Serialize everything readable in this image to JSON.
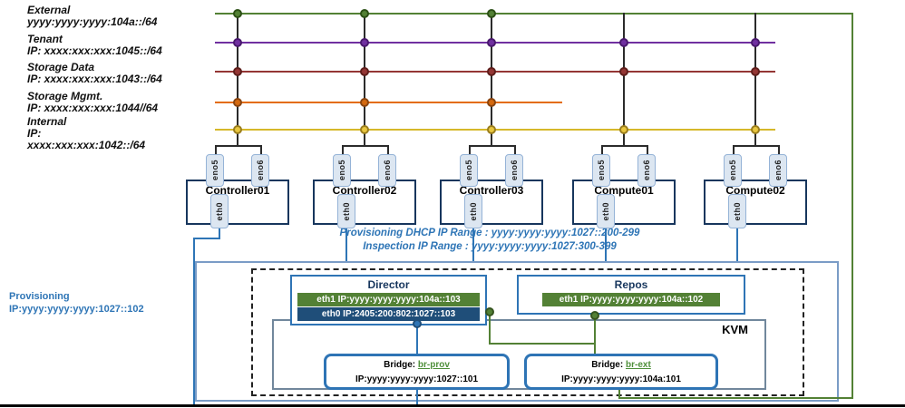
{
  "colors": {
    "external_green": "#538135",
    "tenant_purple": "#7030a0",
    "storage_data_red": "#943634",
    "storage_mgmt_orange": "#e36c0a",
    "internal_yellow": "#d6b82a",
    "provisioning_blue": "#2e75b6",
    "eth1_strip_green": "#538135",
    "eth0_strip_navy": "#1f4e79"
  },
  "networks": [
    {
      "title": "External",
      "subtitle": "yyyy:yyyy:yyyy:104a::/64"
    },
    {
      "title": "Tenant",
      "subtitle": "IP: xxxx:xxx:xxx:1045::/64"
    },
    {
      "title": "Storage Data",
      "subtitle": "IP: xxxx:xxx:xxx:1043::/64"
    },
    {
      "title": "Storage Mgmt.",
      "subtitle": "IP: xxxx:xxx:xxx:1044//64"
    },
    {
      "title": "Internal",
      "subtitle": "IP:",
      "subtitle2": "xxxx:xxx:xxx:1042::/64"
    }
  ],
  "servers": [
    {
      "name": "Controller01",
      "nic_left": "eno5",
      "nic_right": "eno6",
      "nic_bottom": "eth0"
    },
    {
      "name": "Controller02",
      "nic_left": "eno5",
      "nic_right": "eno6",
      "nic_bottom": "eth0"
    },
    {
      "name": "Controller03",
      "nic_left": "eno5",
      "nic_right": "eno6",
      "nic_bottom": "eth0"
    },
    {
      "name": "Compute01",
      "nic_left": "eno5",
      "nic_right": "eno6",
      "nic_bottom": "eth0"
    },
    {
      "name": "Compute02",
      "nic_left": "eno5",
      "nic_right": "eno6",
      "nic_bottom": "eth0"
    }
  ],
  "ranges": {
    "line1": "Provisioning DHCP IP Range : yyyy:yyyy:yyyy:1027::200-299",
    "line2": "Inspection IP Range : yyyy:yyyy:yyyy:1027:300-399"
  },
  "provisioning": {
    "title": "Provisioning",
    "ip": "IP:yyyy:yyyy:yyyy:1027::102"
  },
  "director": {
    "title": "Director",
    "eth1": "eth1 IP:yyyy:yyyy:yyyy:104a::103",
    "eth0": "eth0 IP:2405:200:802:1027::103"
  },
  "repos": {
    "title": "Repos",
    "eth1": "eth1 IP:yyyy:yyyy:yyyy:104a::102"
  },
  "kvm": {
    "title": "KVM"
  },
  "bridges": [
    {
      "prefix": "Bridge: ",
      "name": "br-prov",
      "ip": "IP:yyyy:yyyy:yyyy:1027::101"
    },
    {
      "prefix": "Bridge: ",
      "name": "br-ext",
      "ip": "IP:yyyy:yyyy:yyyy:104a:101"
    }
  ]
}
